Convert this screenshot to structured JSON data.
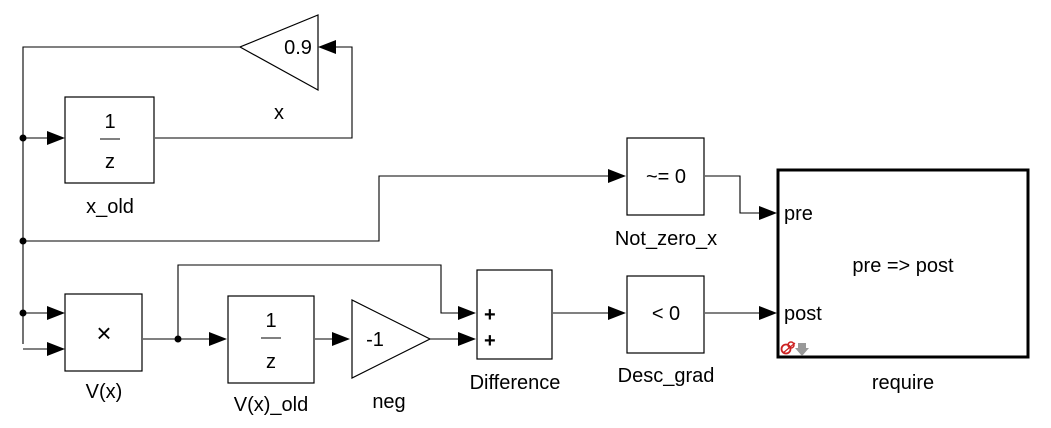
{
  "blocks": {
    "x_gain": {
      "label": "x",
      "value": "0.9"
    },
    "x_old": {
      "label": "x_old",
      "numerator": "1",
      "denominator": "z"
    },
    "not_zero_x": {
      "label": "Not_zero_x",
      "expression": "~= 0"
    },
    "require": {
      "label": "require",
      "in_pre": "pre",
      "in_post": "post",
      "expression": "pre => post"
    },
    "v_x": {
      "label": "V(x)",
      "operator": "×"
    },
    "v_x_old": {
      "label": "V(x)_old",
      "numerator": "1",
      "denominator": "z"
    },
    "neg": {
      "label": "neg",
      "value": "-1"
    },
    "difference": {
      "label": "Difference",
      "sign1": "+",
      "sign2": "+"
    },
    "desc_grad": {
      "label": "Desc_grad",
      "expression": "< 0"
    }
  },
  "colors": {
    "line": "#000000",
    "background": "#ffffff",
    "badge_red": "#cc2222",
    "badge_gray": "#999999"
  },
  "icons": {
    "requirement_badge": "requirement-badge-icon"
  }
}
